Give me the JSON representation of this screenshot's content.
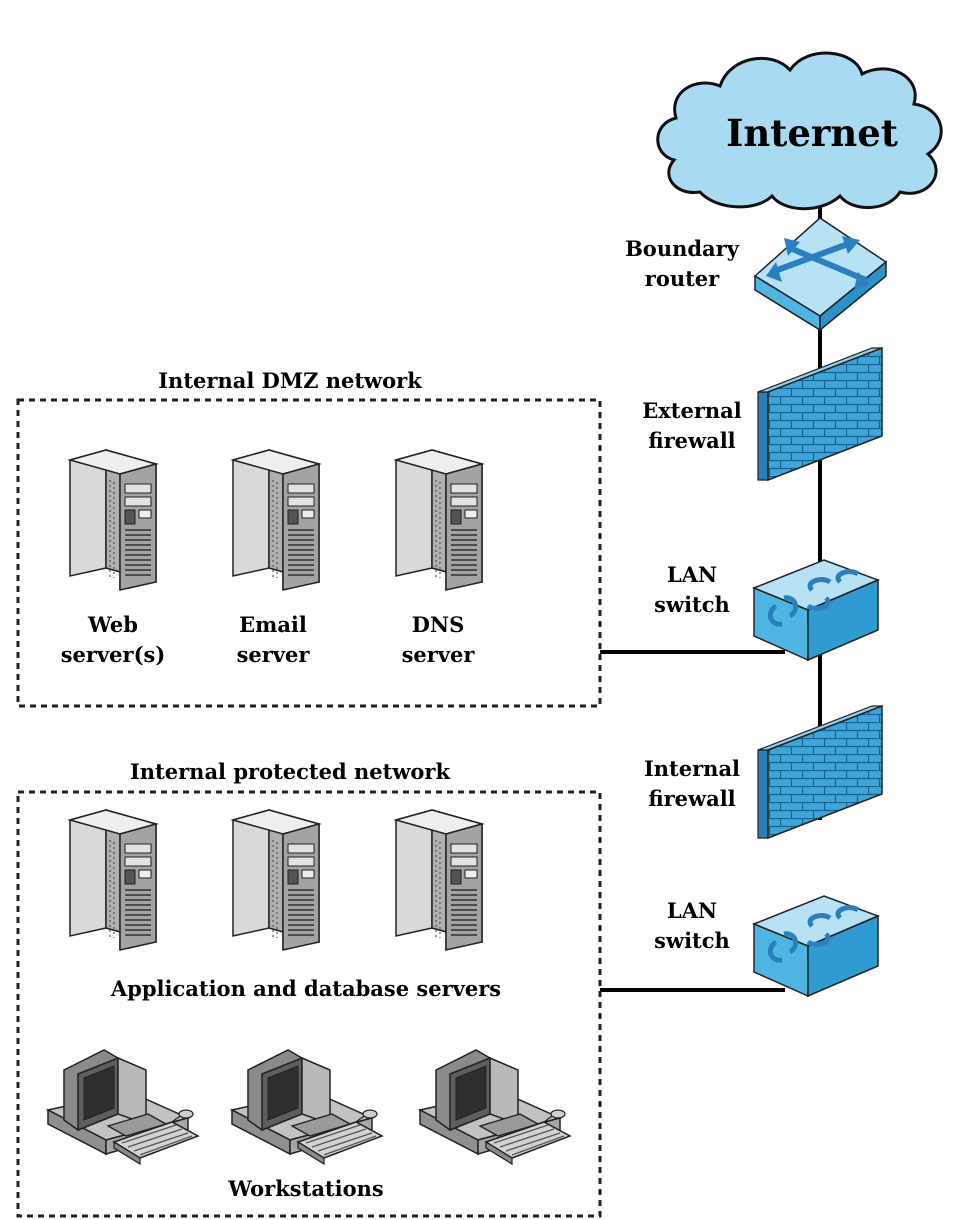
{
  "cloud": {
    "label": "Internet"
  },
  "boundary_router": {
    "line1": "Boundary",
    "line2": "router"
  },
  "external_firewall": {
    "line1": "External",
    "line2": "firewall"
  },
  "lan_switch_1": {
    "line1": "LAN",
    "line2": "switch"
  },
  "internal_firewall": {
    "line1": "Internal",
    "line2": "firewall"
  },
  "lan_switch_2": {
    "line1": "LAN",
    "line2": "switch"
  },
  "dmz": {
    "title": "Internal DMZ network",
    "servers": [
      {
        "line1": "Web",
        "line2": "server(s)"
      },
      {
        "line1": "Email",
        "line2": "server"
      },
      {
        "line1": "DNS",
        "line2": "server"
      }
    ]
  },
  "protected": {
    "title": "Internal protected network",
    "servers_caption": "Application and database servers",
    "workstations_caption": "Workstations"
  },
  "colors": {
    "cloud_fill": "#a8dbf1",
    "device_top": "#b6e2f4",
    "device_front": "#4fb6e3",
    "device_side": "#2a93c8",
    "device_arrow": "#2a7fc1",
    "server_light": "#d7d7d7",
    "server_mid": "#b2b2b2",
    "server_dark": "#6e6e6e"
  }
}
